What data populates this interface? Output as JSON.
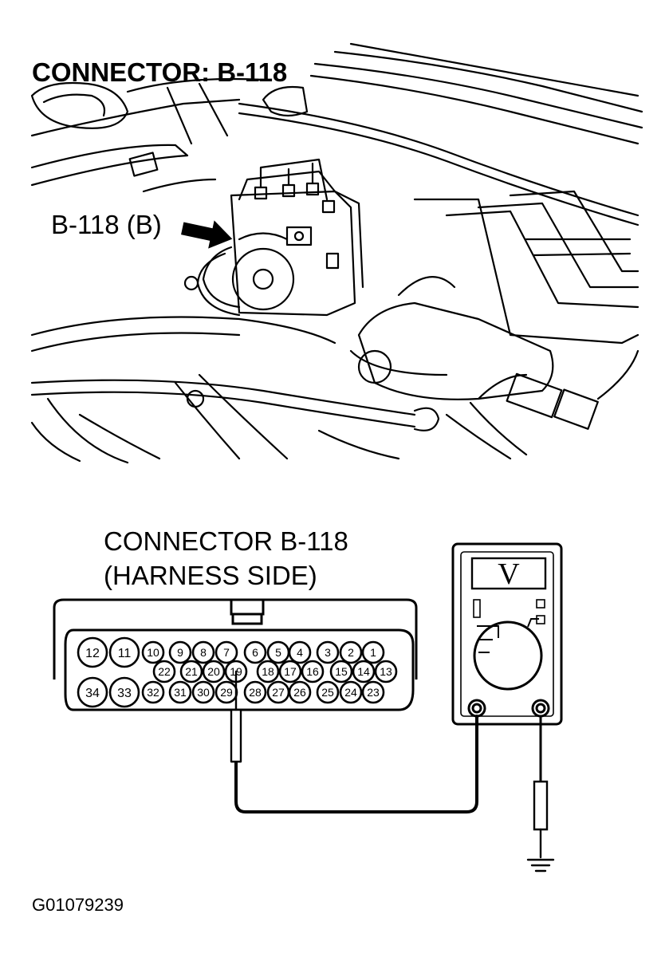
{
  "top_view": {
    "title": "CONNECTOR: B-118",
    "callout_label": "B-118 (B)"
  },
  "connector_view": {
    "title_line1": "CONNECTOR B-118",
    "title_line2": "(HARNESS SIDE)",
    "pins_row1": [
      "12",
      "11",
      "10",
      "9",
      "8",
      "7",
      "6",
      "5",
      "4",
      "3",
      "2",
      "1"
    ],
    "pins_row2": [
      "22",
      "21",
      "20",
      "19",
      "18",
      "17",
      "16",
      "15",
      "14",
      "13"
    ],
    "pins_row3": [
      "34",
      "33",
      "32",
      "31",
      "30",
      "29",
      "28",
      "27",
      "26",
      "25",
      "24",
      "23"
    ],
    "probe_pin": "19"
  },
  "meter": {
    "display_letter": "V",
    "ground_icon": "ground-symbol-icon"
  },
  "figure_id": "G01079239"
}
